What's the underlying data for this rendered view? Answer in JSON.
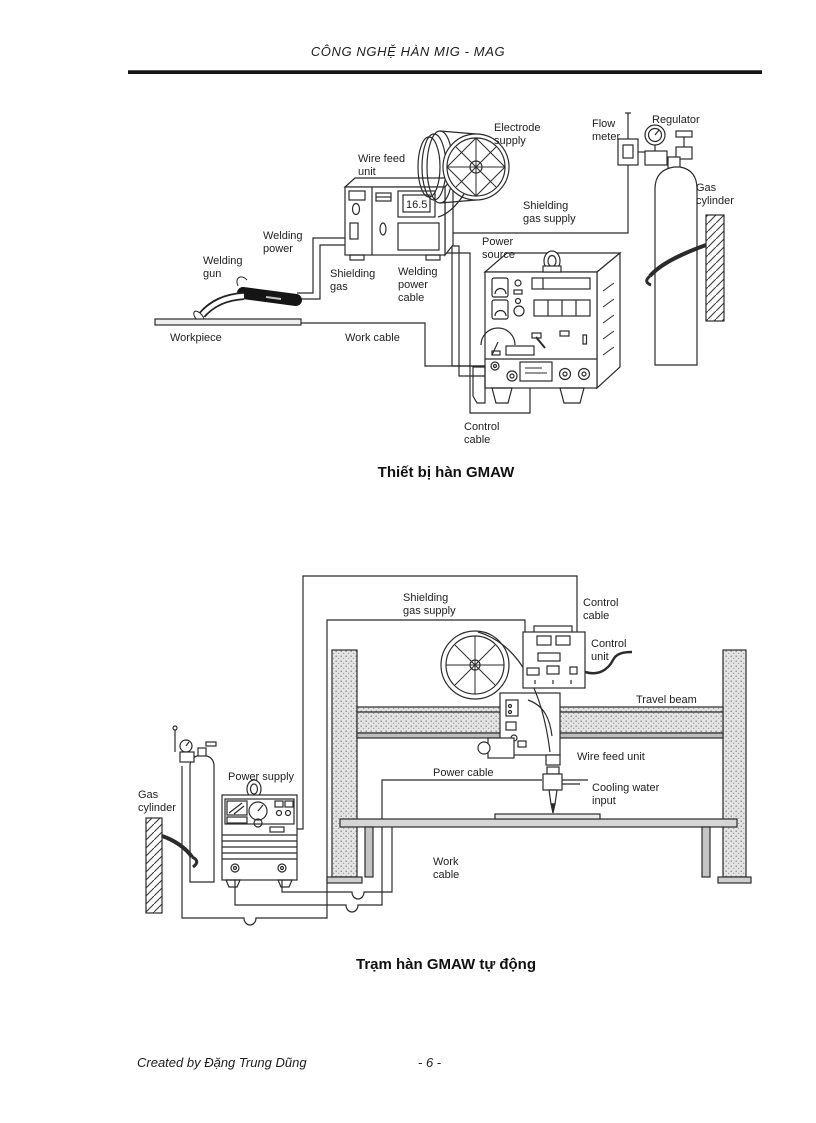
{
  "page": {
    "header": "CÔNG NGHỆ HÀN MIG - MAG",
    "footer_author": "Created by Đặng Trung Dũng",
    "footer_page_number": "- 6 -"
  },
  "figure1": {
    "caption": "Thiết bị hàn GMAW",
    "wire_feed_display_value": "16.5",
    "labels": {
      "electrode_supply": [
        "Electrode",
        "supply"
      ],
      "flow_meter": [
        "Flow",
        "meter"
      ],
      "regulator": [
        "Regulator"
      ],
      "wire_feed_unit": [
        "Wire feed",
        "unit"
      ],
      "shielding_gas_supply": [
        "Shielding",
        "gas supply"
      ],
      "gas_cylinder": [
        "Gas",
        "cylinder"
      ],
      "welding_power": [
        "Welding",
        "power"
      ],
      "power_source": [
        "Power",
        "source"
      ],
      "welding_gun": [
        "Welding",
        "gun"
      ],
      "shielding_gas": [
        "Shielding",
        "gas"
      ],
      "welding_power_cable": [
        "Welding",
        "power",
        "cable"
      ],
      "workpiece": [
        "Workpiece"
      ],
      "work_cable": [
        "Work cable"
      ],
      "control_cable": [
        "Control",
        "cable"
      ]
    }
  },
  "figure2": {
    "caption": "Trạm hàn GMAW tự động",
    "labels": {
      "shielding_gas_supply": [
        "Shielding",
        "gas supply"
      ],
      "control_cable": [
        "Control",
        "cable"
      ],
      "control_unit": [
        "Control",
        "unit"
      ],
      "travel_beam": [
        "Travel beam"
      ],
      "wire_feed_unit": [
        "Wire feed unit"
      ],
      "power_cable": [
        "Power cable"
      ],
      "cooling_water_input": [
        "Cooling water",
        "input"
      ],
      "power_supply": [
        "Power supply"
      ],
      "gas_cylinder": [
        "Gas",
        "cylinder"
      ],
      "work_cable": [
        "Work",
        "cable"
      ]
    }
  }
}
